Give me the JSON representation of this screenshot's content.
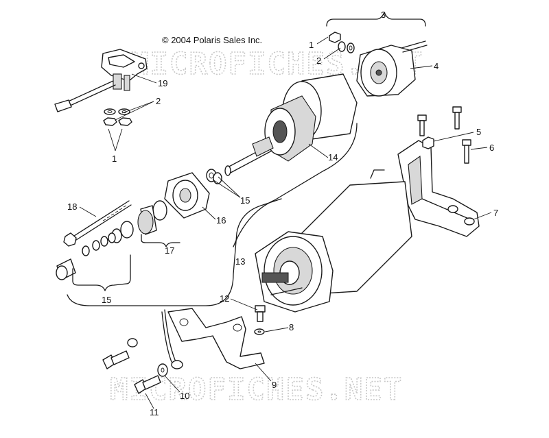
{
  "copyright": "© 2004 Polaris Sales Inc.",
  "watermark_top": "MICROFICHES.NET",
  "watermark_bottom": "MICROFICHES.NET",
  "callouts": [
    "1",
    "2",
    "3",
    "4",
    "19",
    "2",
    "1",
    "5",
    "6",
    "14",
    "15",
    "18",
    "16",
    "17",
    "7",
    "13",
    "15",
    "12",
    "8",
    "9",
    "10",
    "11"
  ]
}
